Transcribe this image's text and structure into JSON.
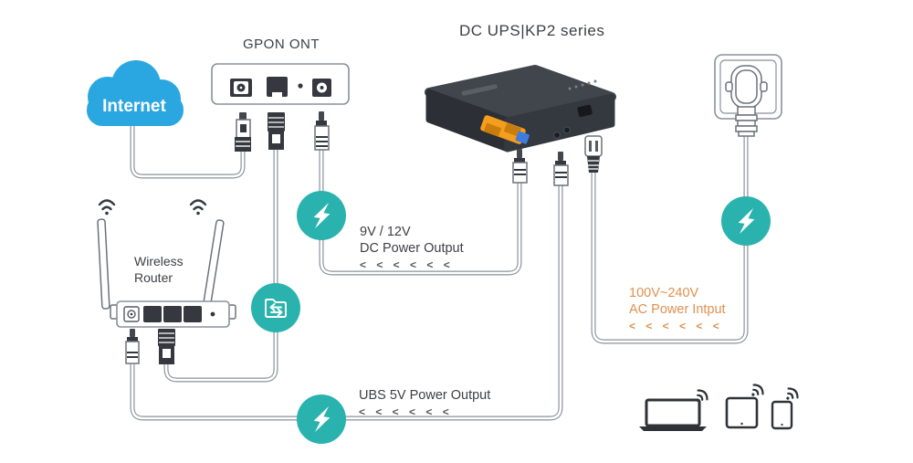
{
  "diagram": {
    "title": "DC UPS|KP2 series",
    "internet_label": "Internet",
    "gpon_label": "GPON ONT",
    "router_label_line1": "Wireless",
    "router_label_line2": "Router",
    "dc_output": {
      "voltage": "9V / 12V",
      "name": "DC Power Output",
      "arrows": "< < < < < <"
    },
    "ac_input": {
      "voltage": "100V~240V",
      "name": "AC Power Intput",
      "arrows": "< < < < < <"
    },
    "usb_output": {
      "name": "UBS 5V Power Output",
      "arrows": "< < < < < <"
    },
    "icons": {
      "badges": [
        "lightning-icon",
        "data-transfer-icon"
      ],
      "devices": [
        "internet-cloud",
        "gpon-ont",
        "dc-ups",
        "wireless-router",
        "wall-outlet-plug",
        "laptop-icon",
        "tablet-icon",
        "phone-icon",
        "wifi-icon"
      ]
    },
    "colors": {
      "teal": "#2ab3ae",
      "cloud_blue": "#2aa7e0",
      "orange_text": "#e09050",
      "dark_text": "#3e4045",
      "cable": "#8b919b",
      "device_dark": "#35393f",
      "port_orange": "#f59d1d",
      "port_blue": "#3d7de0"
    }
  }
}
